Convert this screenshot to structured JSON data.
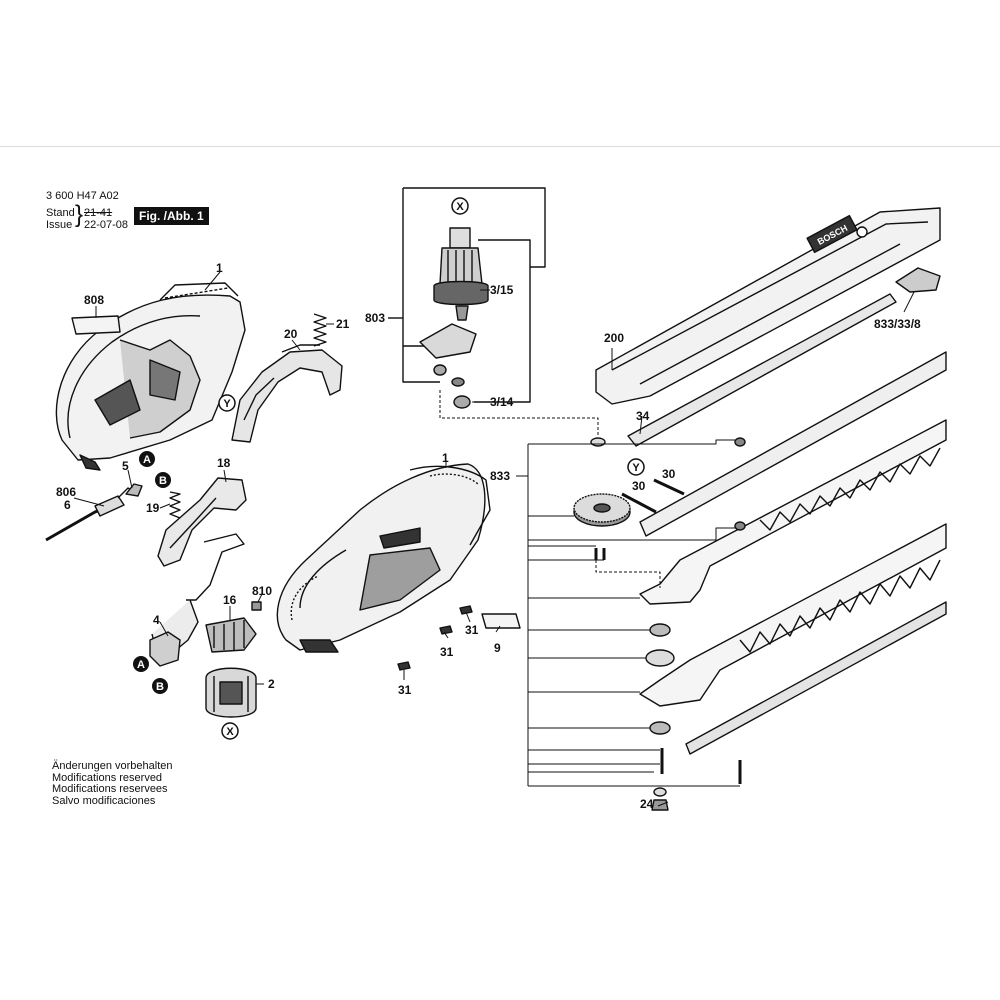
{
  "header": {
    "doc_number": "3 600 H47 A02",
    "stand_label": "Stand",
    "stand_value": "21-41",
    "issue_label": "Issue",
    "issue_value": "22-07-08",
    "figure_label": "Fig. /Abb. 1"
  },
  "notes": [
    "Änderungen vorbehalten",
    "Modifications reserved",
    "Modifications reservees",
    "Salvo modificaciones"
  ],
  "part_labels": {
    "p1a": "1",
    "p808": "808",
    "p21": "21",
    "p20": "20",
    "p5": "5",
    "p806": "806",
    "p6": "6",
    "p18": "18",
    "p19": "19",
    "p4": "4",
    "p16": "16",
    "p810": "810",
    "p2": "2",
    "p1b": "1",
    "p31a": "31",
    "p31b": "31",
    "p31c": "31",
    "p9": "9",
    "p803": "803",
    "p315": "3/15",
    "p314": "3/14",
    "p200": "200",
    "p833338": "833/33/8",
    "p34": "34",
    "p833": "833",
    "p30a": "30",
    "p30b": "30",
    "p24": "24"
  },
  "callouts": {
    "A": "A",
    "B": "B",
    "X": "X",
    "Y": "Y"
  },
  "brand_mark": "BOSCH"
}
